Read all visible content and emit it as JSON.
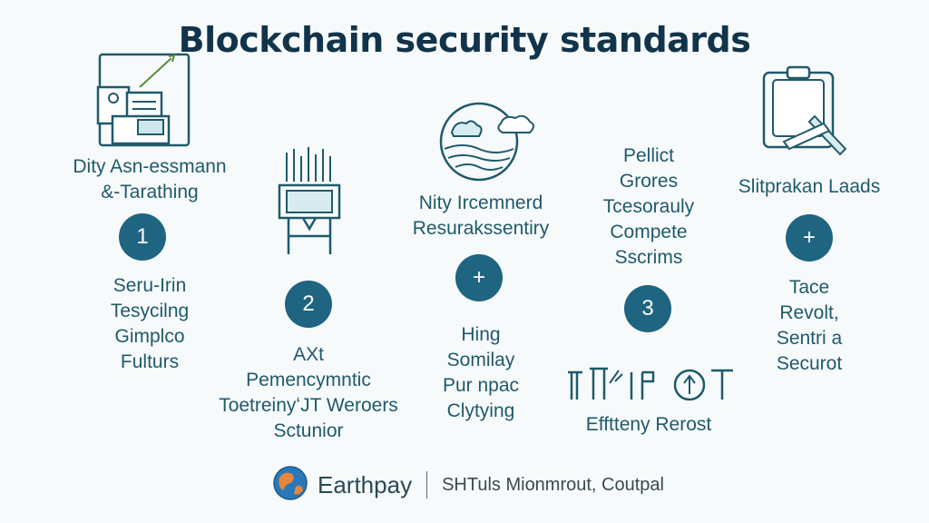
{
  "title": "Blockchain security standards",
  "colors": {
    "accent": "#1f6480",
    "text": "#1f5a6b",
    "title": "#12344a",
    "background": "#f7fafb"
  },
  "columns": [
    {
      "icon": "document-review-icon",
      "caption": [
        "Dity Asn-essmann",
        "&-Tarathing"
      ],
      "badge": "1",
      "body": [
        "Seru-Irin",
        "Tesycilng",
        "Gimplco",
        "Fulturs"
      ]
    },
    {
      "icon": "server-rack-icon",
      "caption": [],
      "badge": "2",
      "body": [
        "AXt",
        "Pemencymntic",
        "ToetreinyʻJT Weroers",
        "Sctunior"
      ]
    },
    {
      "icon": "globe-cloud-icon",
      "caption": [
        "Nity Ircemnerd",
        "Resurakssentiry"
      ],
      "badge": "+",
      "body": [
        "Hing",
        "Somilay",
        "Pur npac",
        "Clytying"
      ]
    },
    {
      "icon": "",
      "caption": [
        "Pellict",
        "Grores",
        "Tcesorauly",
        "Compete",
        "Sscrims"
      ],
      "badge": "3",
      "body": [
        "Efftteny Rerost"
      ]
    },
    {
      "icon": "clipboard-tools-icon",
      "caption": [
        "Slitprakan Laads"
      ],
      "badge": "+",
      "body": [
        "Tace",
        "Revolt,",
        "Sentri a",
        "Securot"
      ]
    }
  ],
  "footer": {
    "logo_icon": "earth-globe-icon",
    "brand": "Earthpay",
    "tagline": "SHTuls Mionmrout, Coutpal"
  }
}
